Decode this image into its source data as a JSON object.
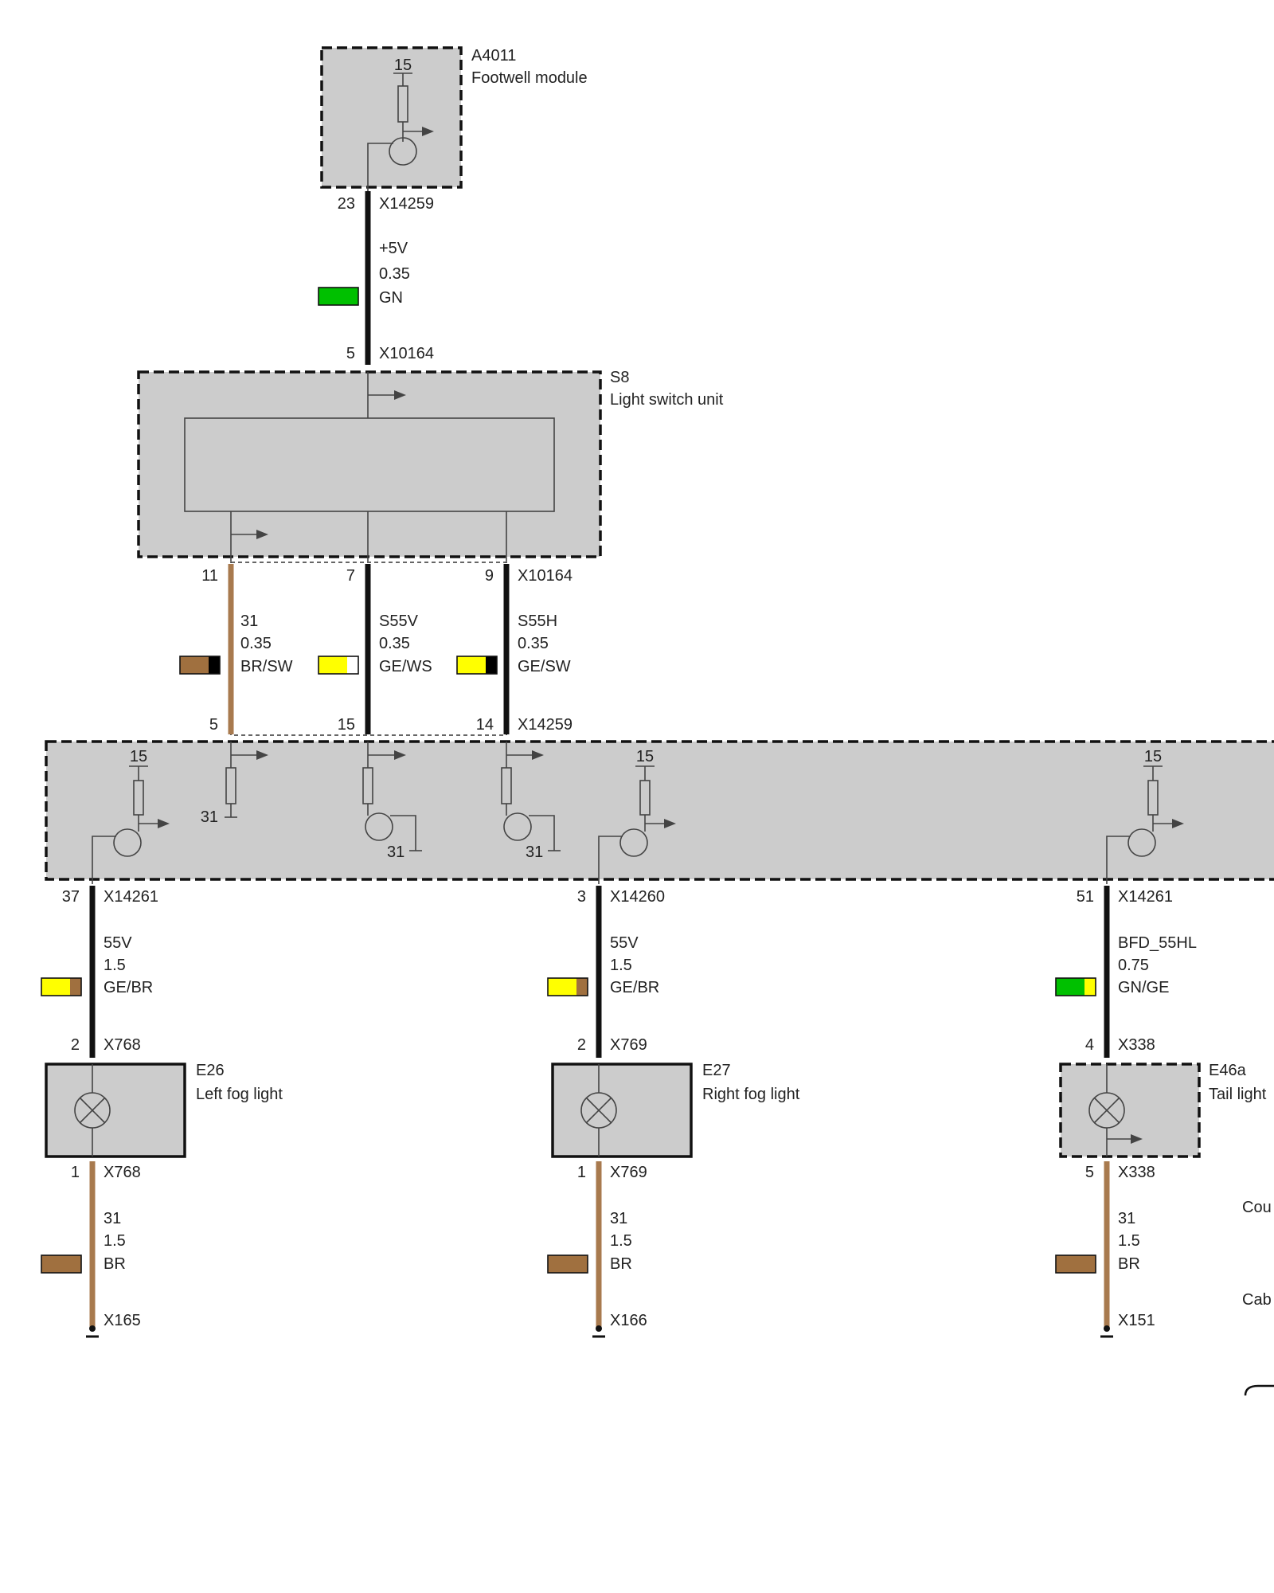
{
  "components": {
    "a4011": {
      "id": "A4011",
      "name": "Footwell module",
      "supply": "15"
    },
    "s8": {
      "id": "S8",
      "name": "Light switch unit"
    },
    "e26": {
      "id": "E26",
      "name": "Left fog light"
    },
    "e27": {
      "id": "E27",
      "name": "Right fog light"
    },
    "e46a": {
      "id": "E46a",
      "name": "Tail light"
    }
  },
  "connectors": {
    "a4011_out": {
      "pin": "23",
      "conn": "X14259"
    },
    "s8_in": {
      "pin": "5",
      "conn": "X10164"
    },
    "s8_out_11": {
      "pin": "11"
    },
    "s8_out_7": {
      "pin": "7"
    },
    "s8_out_9": {
      "pin": "9",
      "conn": "X10164"
    },
    "fm_in_5": {
      "pin": "5"
    },
    "fm_in_15": {
      "pin": "15"
    },
    "fm_in_14": {
      "pin": "14",
      "conn": "X14259"
    },
    "fm_out_37": {
      "pin": "37",
      "conn": "X14261"
    },
    "fm_out_3": {
      "pin": "3",
      "conn": "X14260"
    },
    "fm_out_51": {
      "pin": "51",
      "conn": "X14261"
    },
    "e26_top": {
      "pin": "2",
      "conn": "X768"
    },
    "e26_bot": {
      "pin": "1",
      "conn": "X768"
    },
    "e27_top": {
      "pin": "2",
      "conn": "X769"
    },
    "e27_bot": {
      "pin": "1",
      "conn": "X769"
    },
    "e46a_top": {
      "pin": "4",
      "conn": "X338"
    },
    "e46a_bot": {
      "pin": "5",
      "conn": "X338"
    }
  },
  "grounds": {
    "g1": "X165",
    "g2": "X166",
    "g3": "X151"
  },
  "wires": {
    "w_5v": {
      "signal": "+5V",
      "gauge": "0.35",
      "color_code": "GN",
      "colors": [
        "#00c000",
        "#00c000"
      ]
    },
    "w_31a": {
      "signal": "31",
      "gauge": "0.35",
      "color_code": "BR/SW",
      "colors": [
        "#a0703f",
        "#000000"
      ]
    },
    "w_s55v": {
      "signal": "S55V",
      "gauge": "0.35",
      "color_code": "GE/WS",
      "colors": [
        "#ffff00",
        "#ffffff"
      ]
    },
    "w_s55h": {
      "signal": "S55H",
      "gauge": "0.35",
      "color_code": "GE/SW",
      "colors": [
        "#ffff00",
        "#000000"
      ]
    },
    "w_55v_l": {
      "signal": "55V",
      "gauge": "1.5",
      "color_code": "GE/BR",
      "colors": [
        "#ffff00",
        "#a0703f"
      ]
    },
    "w_55v_r": {
      "signal": "55V",
      "gauge": "1.5",
      "color_code": "GE/BR",
      "colors": [
        "#ffff00",
        "#a0703f"
      ]
    },
    "w_bfd": {
      "signal": "BFD_55HL",
      "gauge": "0.75",
      "color_code": "GN/GE",
      "colors": [
        "#00c000",
        "#ffff00"
      ]
    },
    "w_g1": {
      "signal": "31",
      "gauge": "1.5",
      "color_code": "BR",
      "colors": [
        "#a0703f",
        "#a0703f"
      ]
    },
    "w_g2": {
      "signal": "31",
      "gauge": "1.5",
      "color_code": "BR",
      "colors": [
        "#a0703f",
        "#a0703f"
      ]
    },
    "w_g3": {
      "signal": "31",
      "gauge": "1.5",
      "color_code": "BR",
      "colors": [
        "#a0703f",
        "#a0703f"
      ]
    }
  },
  "internal_labels": {
    "supply_a": "15",
    "supply_b": "15",
    "supply_c": "15",
    "gnd_a": "31",
    "gnd_b": "31",
    "gnd_c": "31"
  },
  "edge_text": {
    "t1": "Cou",
    "t2": "Cab"
  }
}
